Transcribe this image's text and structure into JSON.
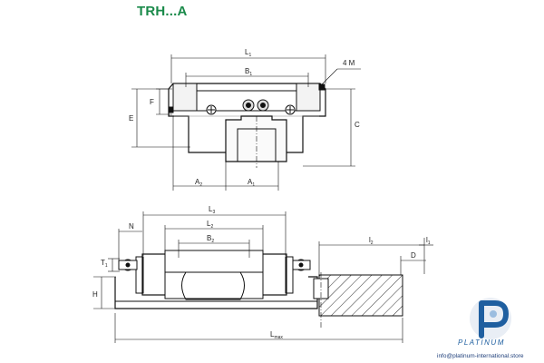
{
  "title": "TRH...A",
  "labels": {
    "L1": "L",
    "L1_sub": "1",
    "B1": "B",
    "B1_sub": "1",
    "M": "4 M",
    "F": "F",
    "E": "E",
    "C": "C",
    "A2": "A",
    "A2_sub": "2",
    "A1": "A",
    "A1_sub": "1",
    "L3": "L",
    "L3_sub": "3",
    "L2": "L",
    "L2_sub": "2",
    "B2": "B",
    "B2_sub": "2",
    "N": "N",
    "T1": "T",
    "T1_sub": "1",
    "H": "H",
    "Lmax": "L",
    "Lmax_sub": "max",
    "l2": "l",
    "l2_sub": "2",
    "l1": "l",
    "l1_sub": "1",
    "D": "D"
  },
  "logo": {
    "name": "PLATINUM",
    "icon": "platinum-p-logo-icon"
  },
  "footer": "info@platinum-international.store",
  "colors": {
    "title": "#1a8a4a",
    "logo": "#1f5fa0",
    "line": "#111111"
  }
}
